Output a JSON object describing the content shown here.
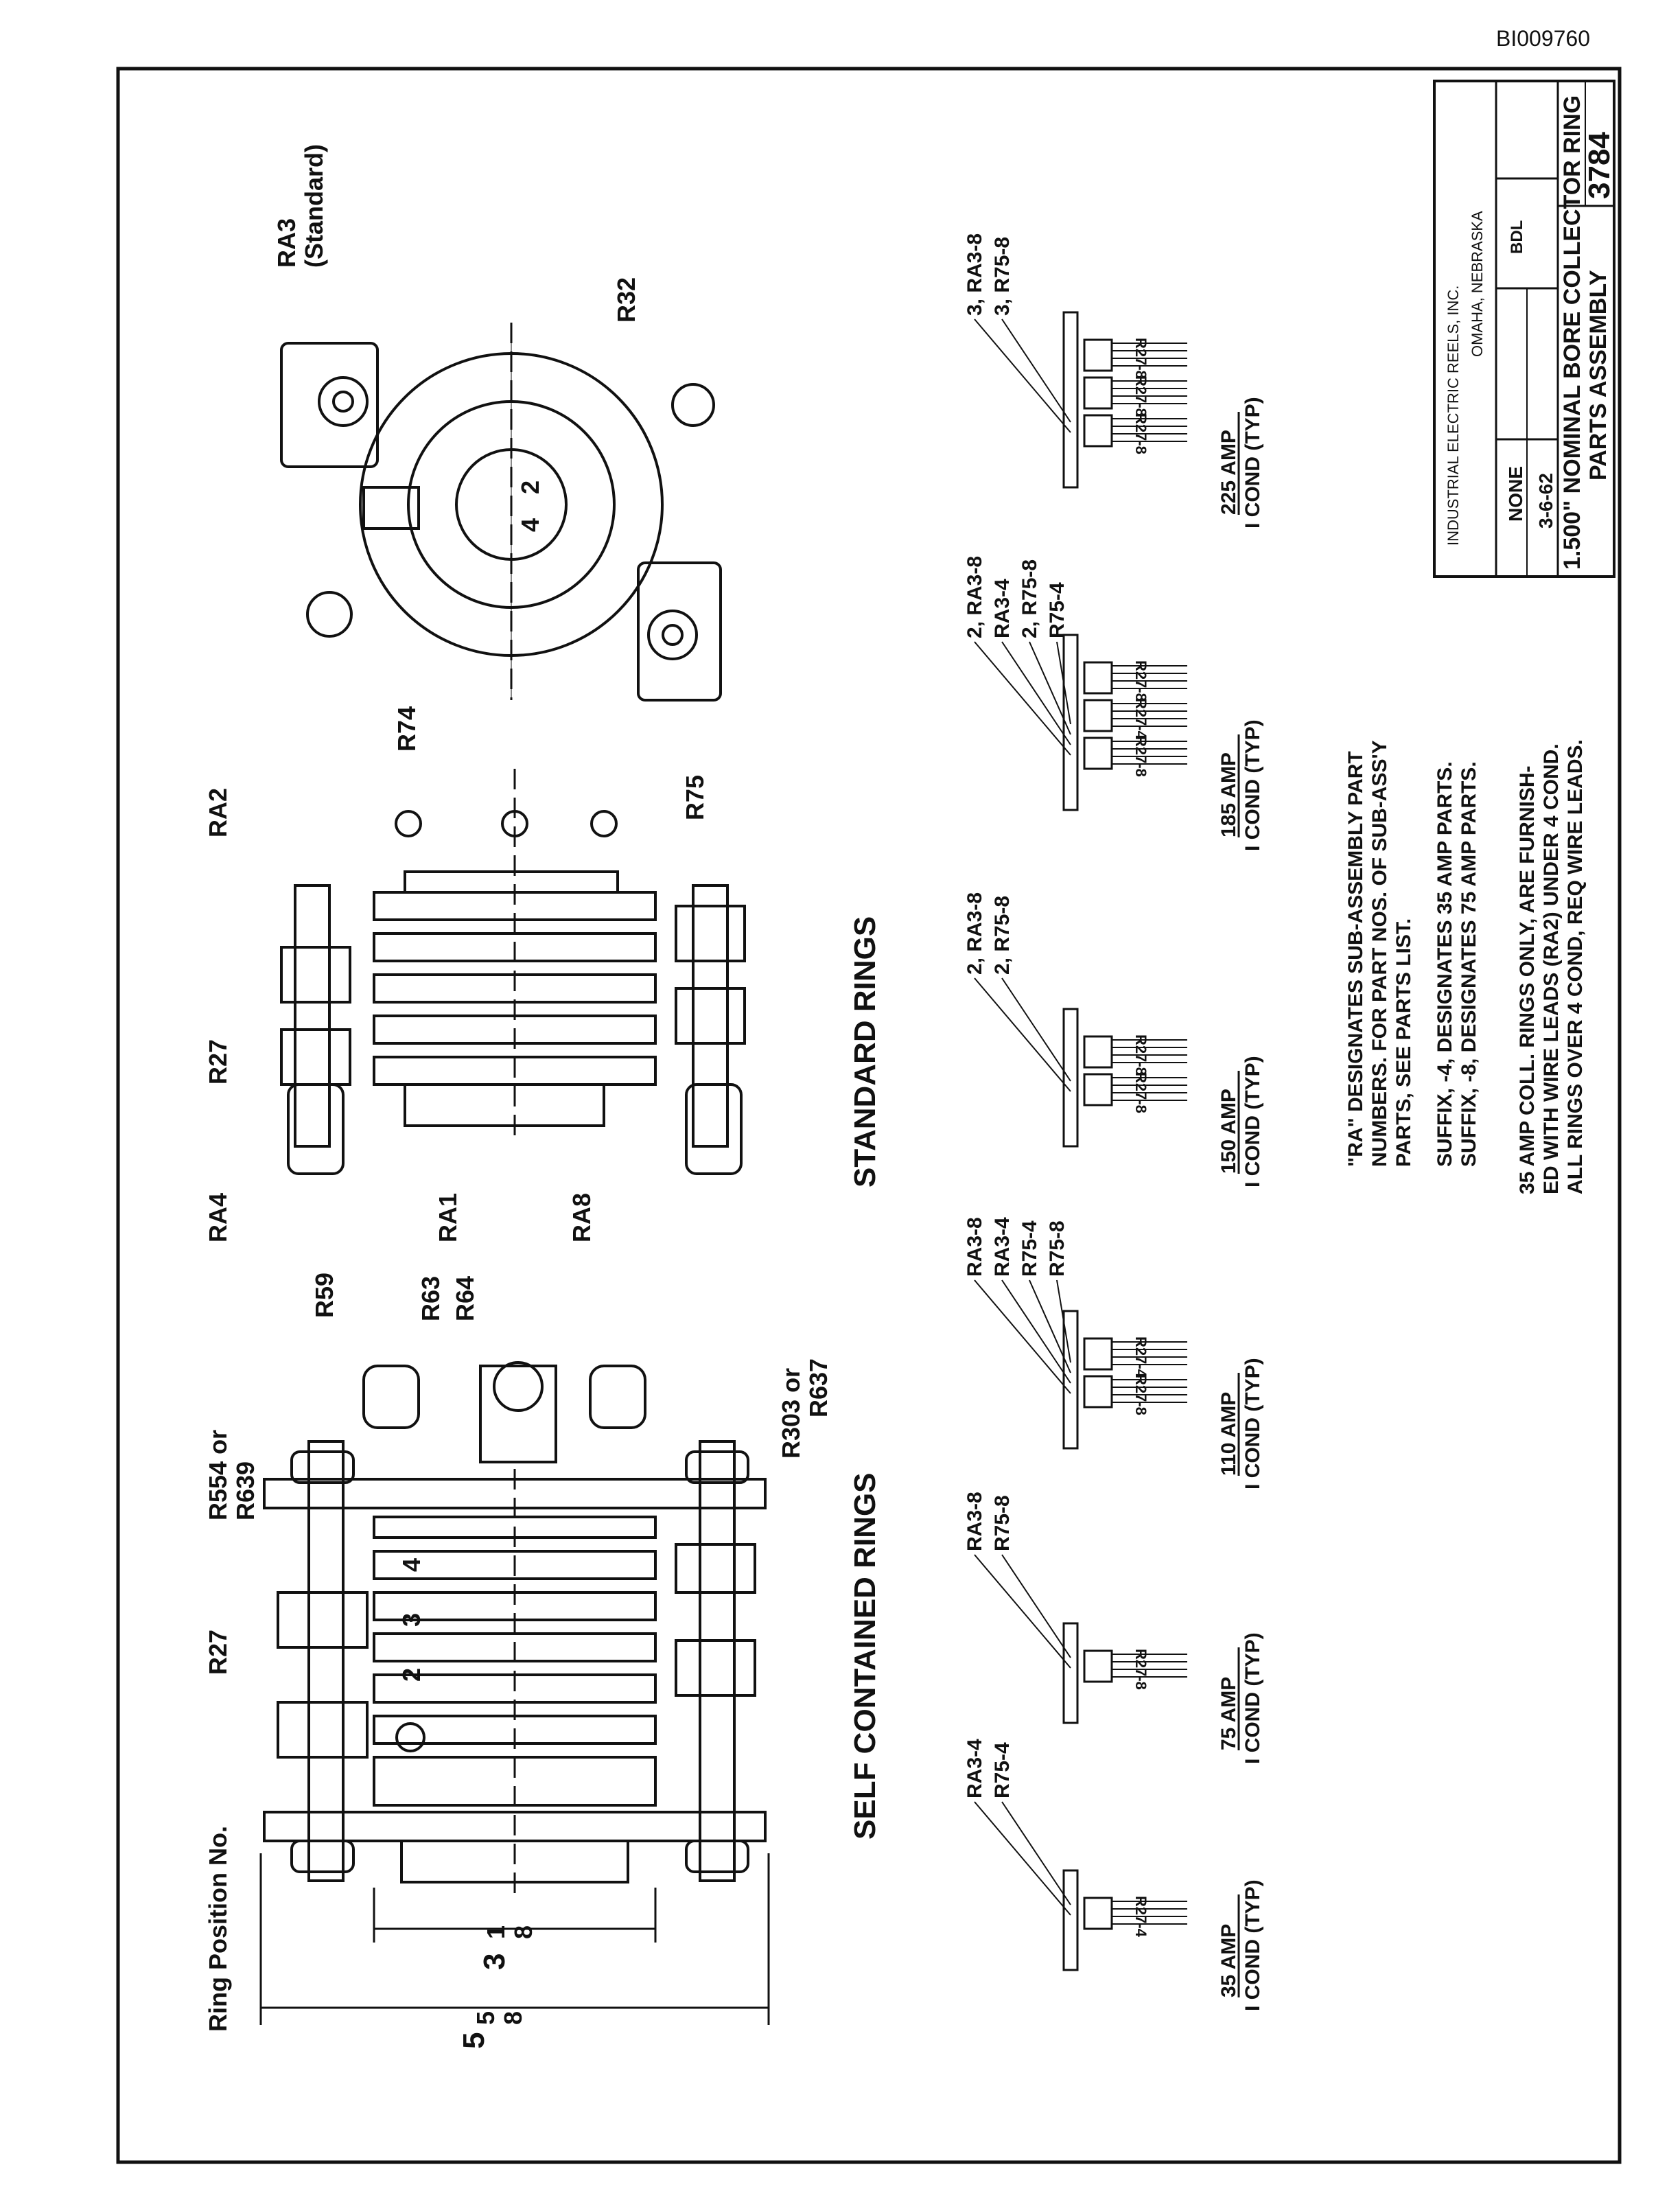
{
  "document_id": "BI009760",
  "title_block": {
    "company": "INDUSTRIAL ELECTRIC REELS, INC.",
    "location": "OMAHA, NEBRASKA",
    "scale_value": "NONE",
    "date_value": "3-6-62",
    "drawn_by": "BDL",
    "title_line1": "1.500\" NOMINAL BORE COLLECTOR RING",
    "title_line2": "PARTS ASSEMBLY",
    "drawing_number": "3784"
  },
  "views": {
    "self_contained": {
      "caption": "SELF CONTAINED RINGS",
      "labels": [
        "Ring Position No.",
        "R27",
        "R554 or",
        "R639",
        "R59",
        "R63",
        "R64",
        "R303 or",
        "R637"
      ],
      "ring_numbers": [
        "2",
        "3",
        "4"
      ],
      "dim_overall_whole": "5",
      "dim_overall_num": "5",
      "dim_overall_den": "8",
      "dim_inner_whole": "3",
      "dim_inner_num": "1",
      "dim_inner_den": "8"
    },
    "standard": {
      "caption": "STANDARD RINGS",
      "labels": [
        "RA4",
        "R27",
        "RA1",
        "RA8",
        "RA2",
        "R75"
      ]
    },
    "end_view": {
      "labels": [
        "RA3",
        "(Standard)",
        "R32",
        "R74"
      ],
      "dim_text": "4",
      "dim_half": "2"
    }
  },
  "details": [
    {
      "rating": "35 AMP",
      "cond": "I COND (TYP)",
      "callouts": [
        "RA3-4",
        "R75-4"
      ],
      "rings": [
        "R27-4"
      ]
    },
    {
      "rating": "75 AMP",
      "cond": "I COND (TYP)",
      "callouts": [
        "RA3-8",
        "R75-8"
      ],
      "rings": [
        "R27-8"
      ]
    },
    {
      "rating": "110 AMP",
      "cond": "I COND (TYP)",
      "callouts": [
        "RA3-8",
        "RA3-4",
        "R75-4",
        "R75-8"
      ],
      "rings": [
        "R27-8",
        "R27-4"
      ]
    },
    {
      "rating": "150 AMP",
      "cond": "I COND (TYP)",
      "callouts": [
        "2, RA3-8",
        "2, R75-8"
      ],
      "rings": [
        "R27-8",
        "R27-8"
      ]
    },
    {
      "rating": "185 AMP",
      "cond": "I COND (TYP)",
      "callouts": [
        "2, RA3-8",
        "RA3-4",
        "2, R75-8",
        "R75-4"
      ],
      "rings": [
        "R27-8",
        "R27-4",
        "R27-8"
      ]
    },
    {
      "rating": "225 AMP",
      "cond": "I COND (TYP)",
      "callouts": [
        "3, RA3-8",
        "3, R75-8"
      ],
      "rings": [
        "R27-8",
        "R27-8",
        "R27-8"
      ]
    }
  ],
  "notes": {
    "n1_a": "\"RA\" DESIGNATES SUB-ASSEMBLY PART",
    "n1_b": "NUMBERS. FOR PART NOS. OF SUB-ASS'Y",
    "n1_c": "PARTS, SEE PARTS LIST.",
    "n2_a": "SUFFIX, -4, DESIGNATES 35 AMP PARTS.",
    "n2_b": "SUFFIX, -8, DESIGNATES 75 AMP PARTS.",
    "n3_a": "35 AMP COLL. RINGS ONLY, ARE FURNISH-",
    "n3_b": "ED WITH WIRE LEADS (RA2) UNDER 4 COND.",
    "n3_c": "ALL RINGS OVER 4 COND, REQ WIRE LEADS."
  }
}
